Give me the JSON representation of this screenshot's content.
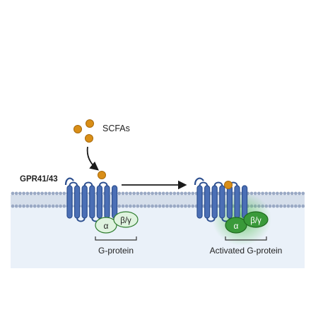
{
  "labels": {
    "receptor": "GPR41/43",
    "ligand": "SCFAs",
    "inactive_complex": "G-protein",
    "active_complex": "Activated G-protein",
    "alpha": "α",
    "beta_gamma": "β/γ"
  },
  "colors": {
    "membrane_bead": "#9aa9c4",
    "membrane_core": "#cfd8e6",
    "cytoplasm": "#eaf1f9",
    "receptor_fill": "#4b6fb5",
    "receptor_stroke": "#2d4f8f",
    "scfa": "#d98e17",
    "gprotein_inactive": "#dff3df",
    "gprotein_inactive_stroke": "#2f7d2f",
    "gprotein_active": "#3a9a3a",
    "gprotein_active_stroke": "#1f6a1f",
    "glow": "#59c259",
    "arrow": "#1a1a1a"
  },
  "icons": [
    "scfa-molecule",
    "gpcr-receptor",
    "g-protein-alpha",
    "g-protein-beta-gamma",
    "activation-arrow"
  ]
}
